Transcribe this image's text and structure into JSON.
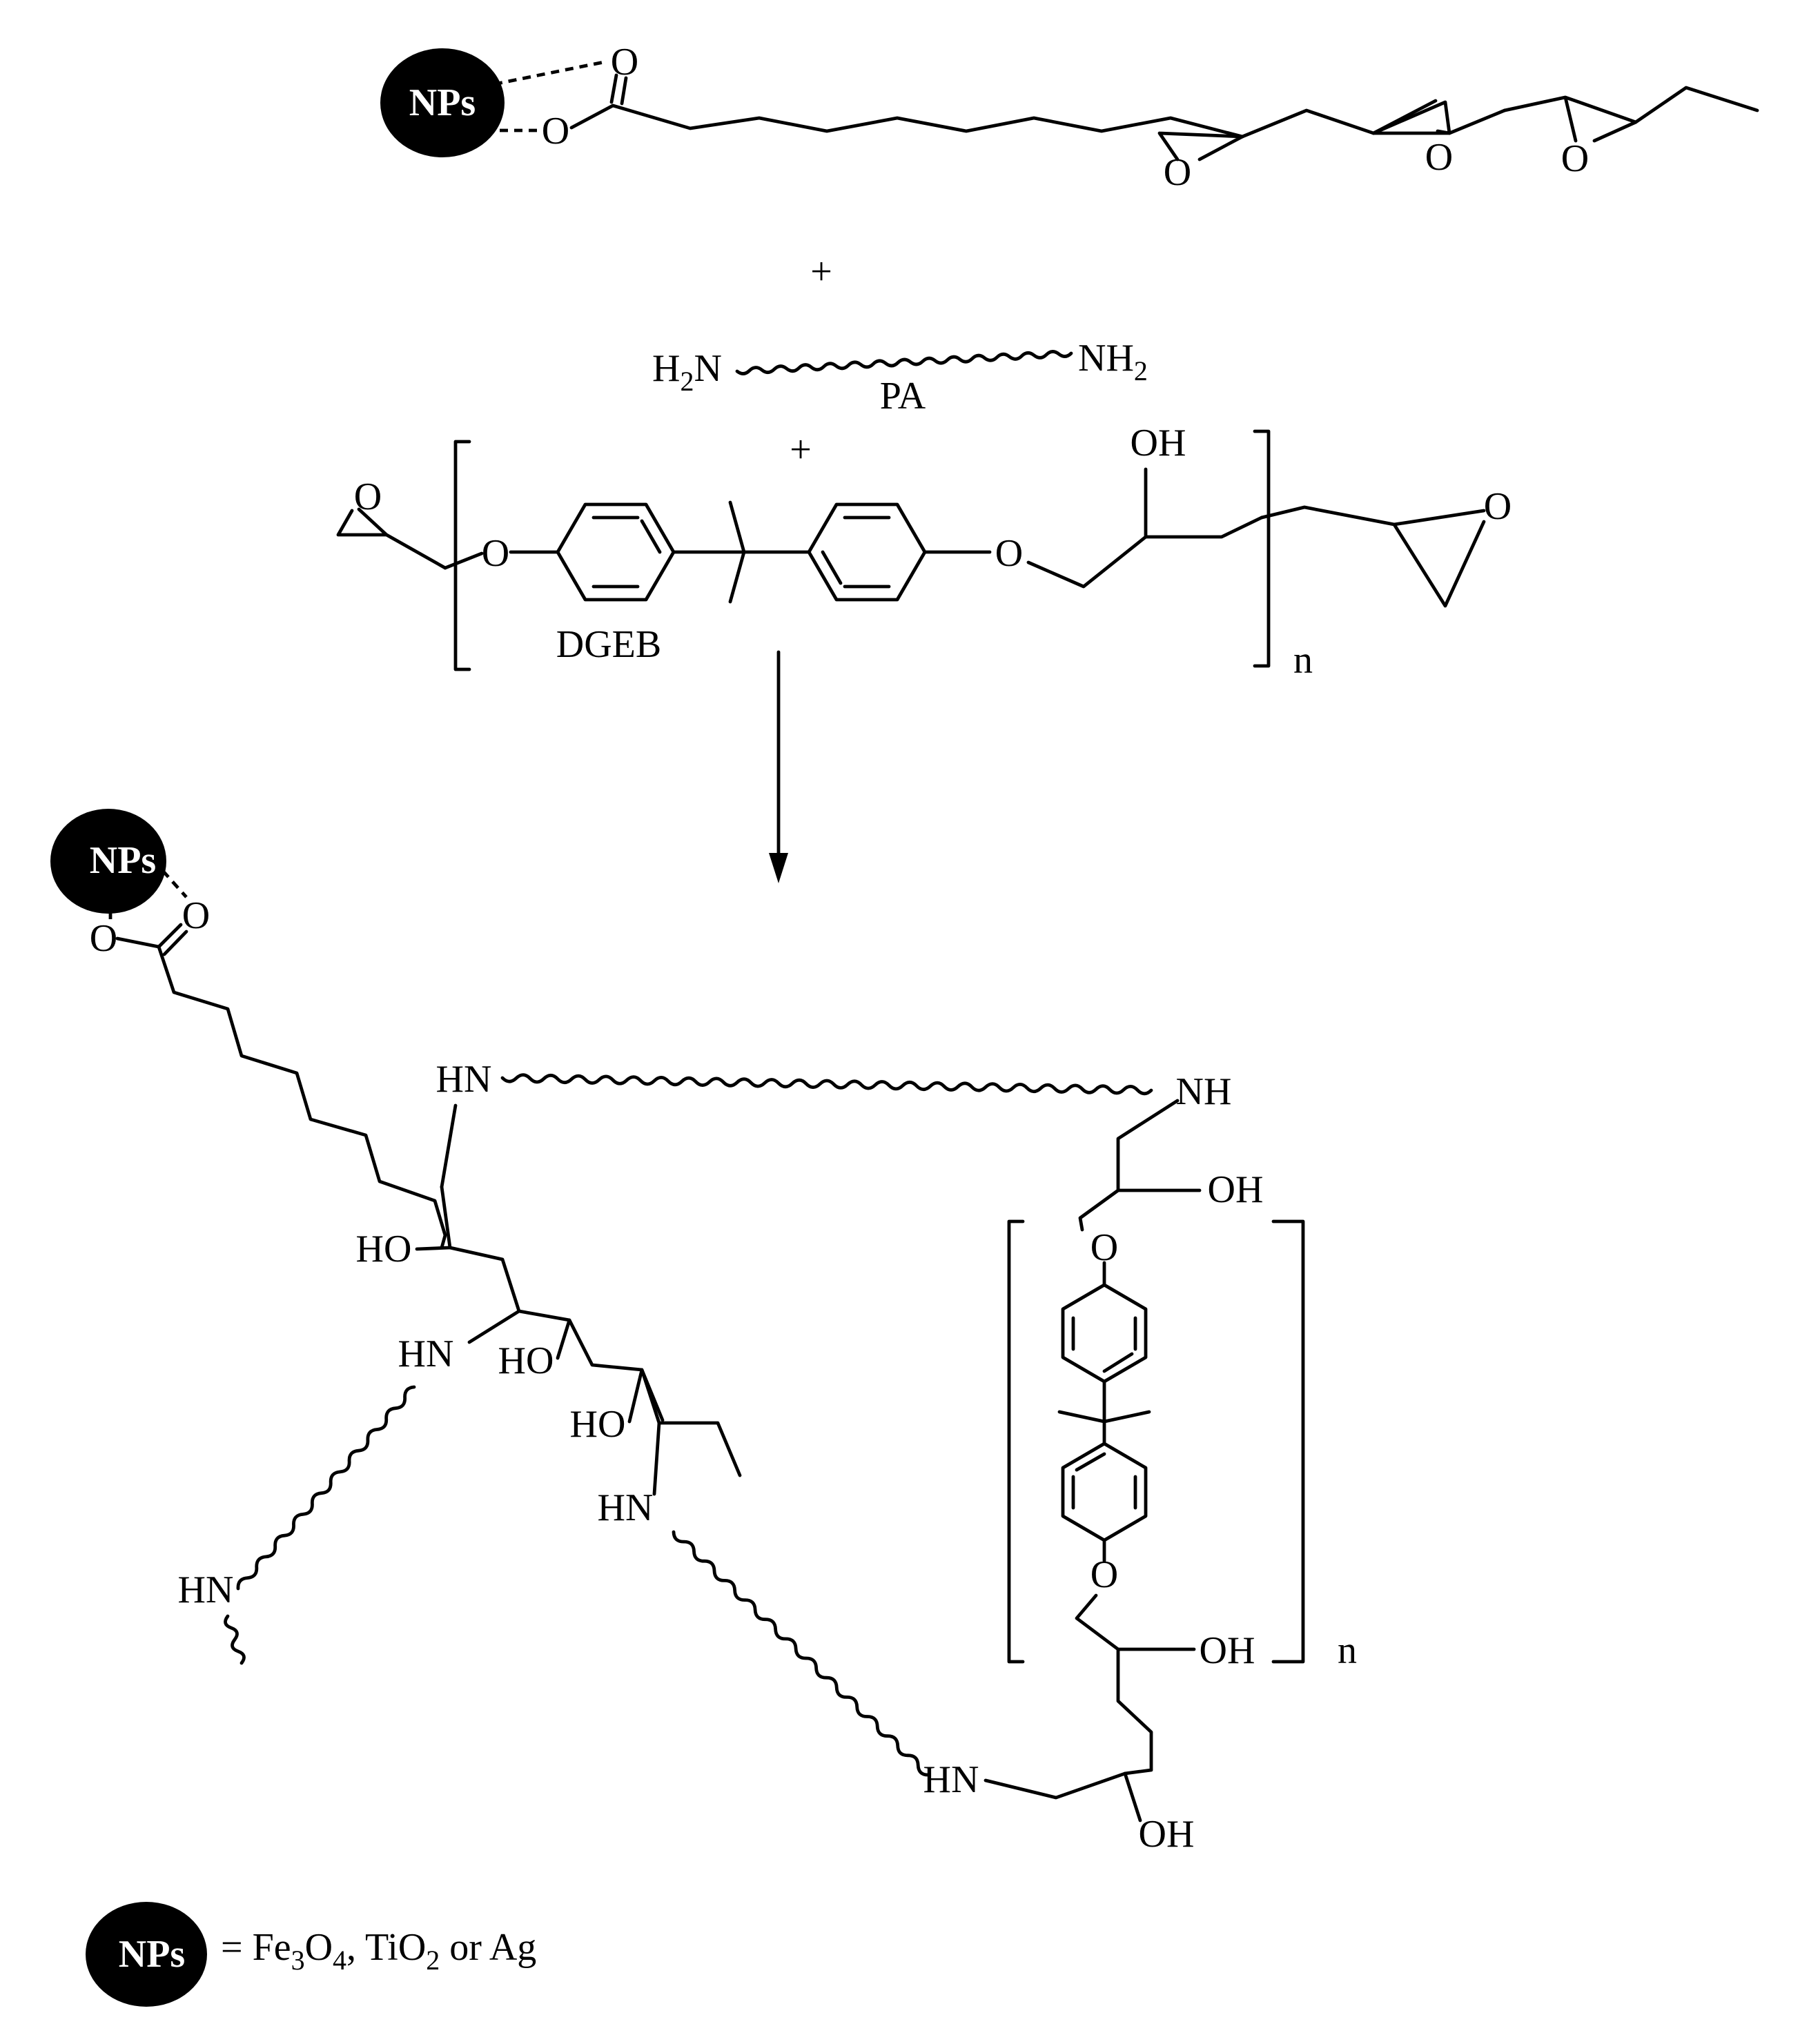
{
  "labels": {
    "nps_top": "NPs",
    "nps_mid": "NPs",
    "nps_legend": "NPs",
    "plus_1": "+",
    "plus_2": "+",
    "pa": "PA",
    "dgeb": "DGEB",
    "n_top": "n",
    "n_bottom": "n",
    "o": "O",
    "oh": "OH",
    "ho": "HO",
    "hn": "HN",
    "nh": "NH",
    "n": "N",
    "h": "H",
    "two": "2"
  },
  "legend": {
    "eq": "= Fe",
    "sub3": "3",
    "o": "O",
    "sub4": "4",
    "ti": ", TiO",
    "sub2": "2",
    "tail": " or Ag"
  },
  "colors": {
    "ink": "#000000",
    "nanoparticle": "#000000",
    "nanoparticle_text": "#ffffff",
    "background": "#ffffff"
  }
}
